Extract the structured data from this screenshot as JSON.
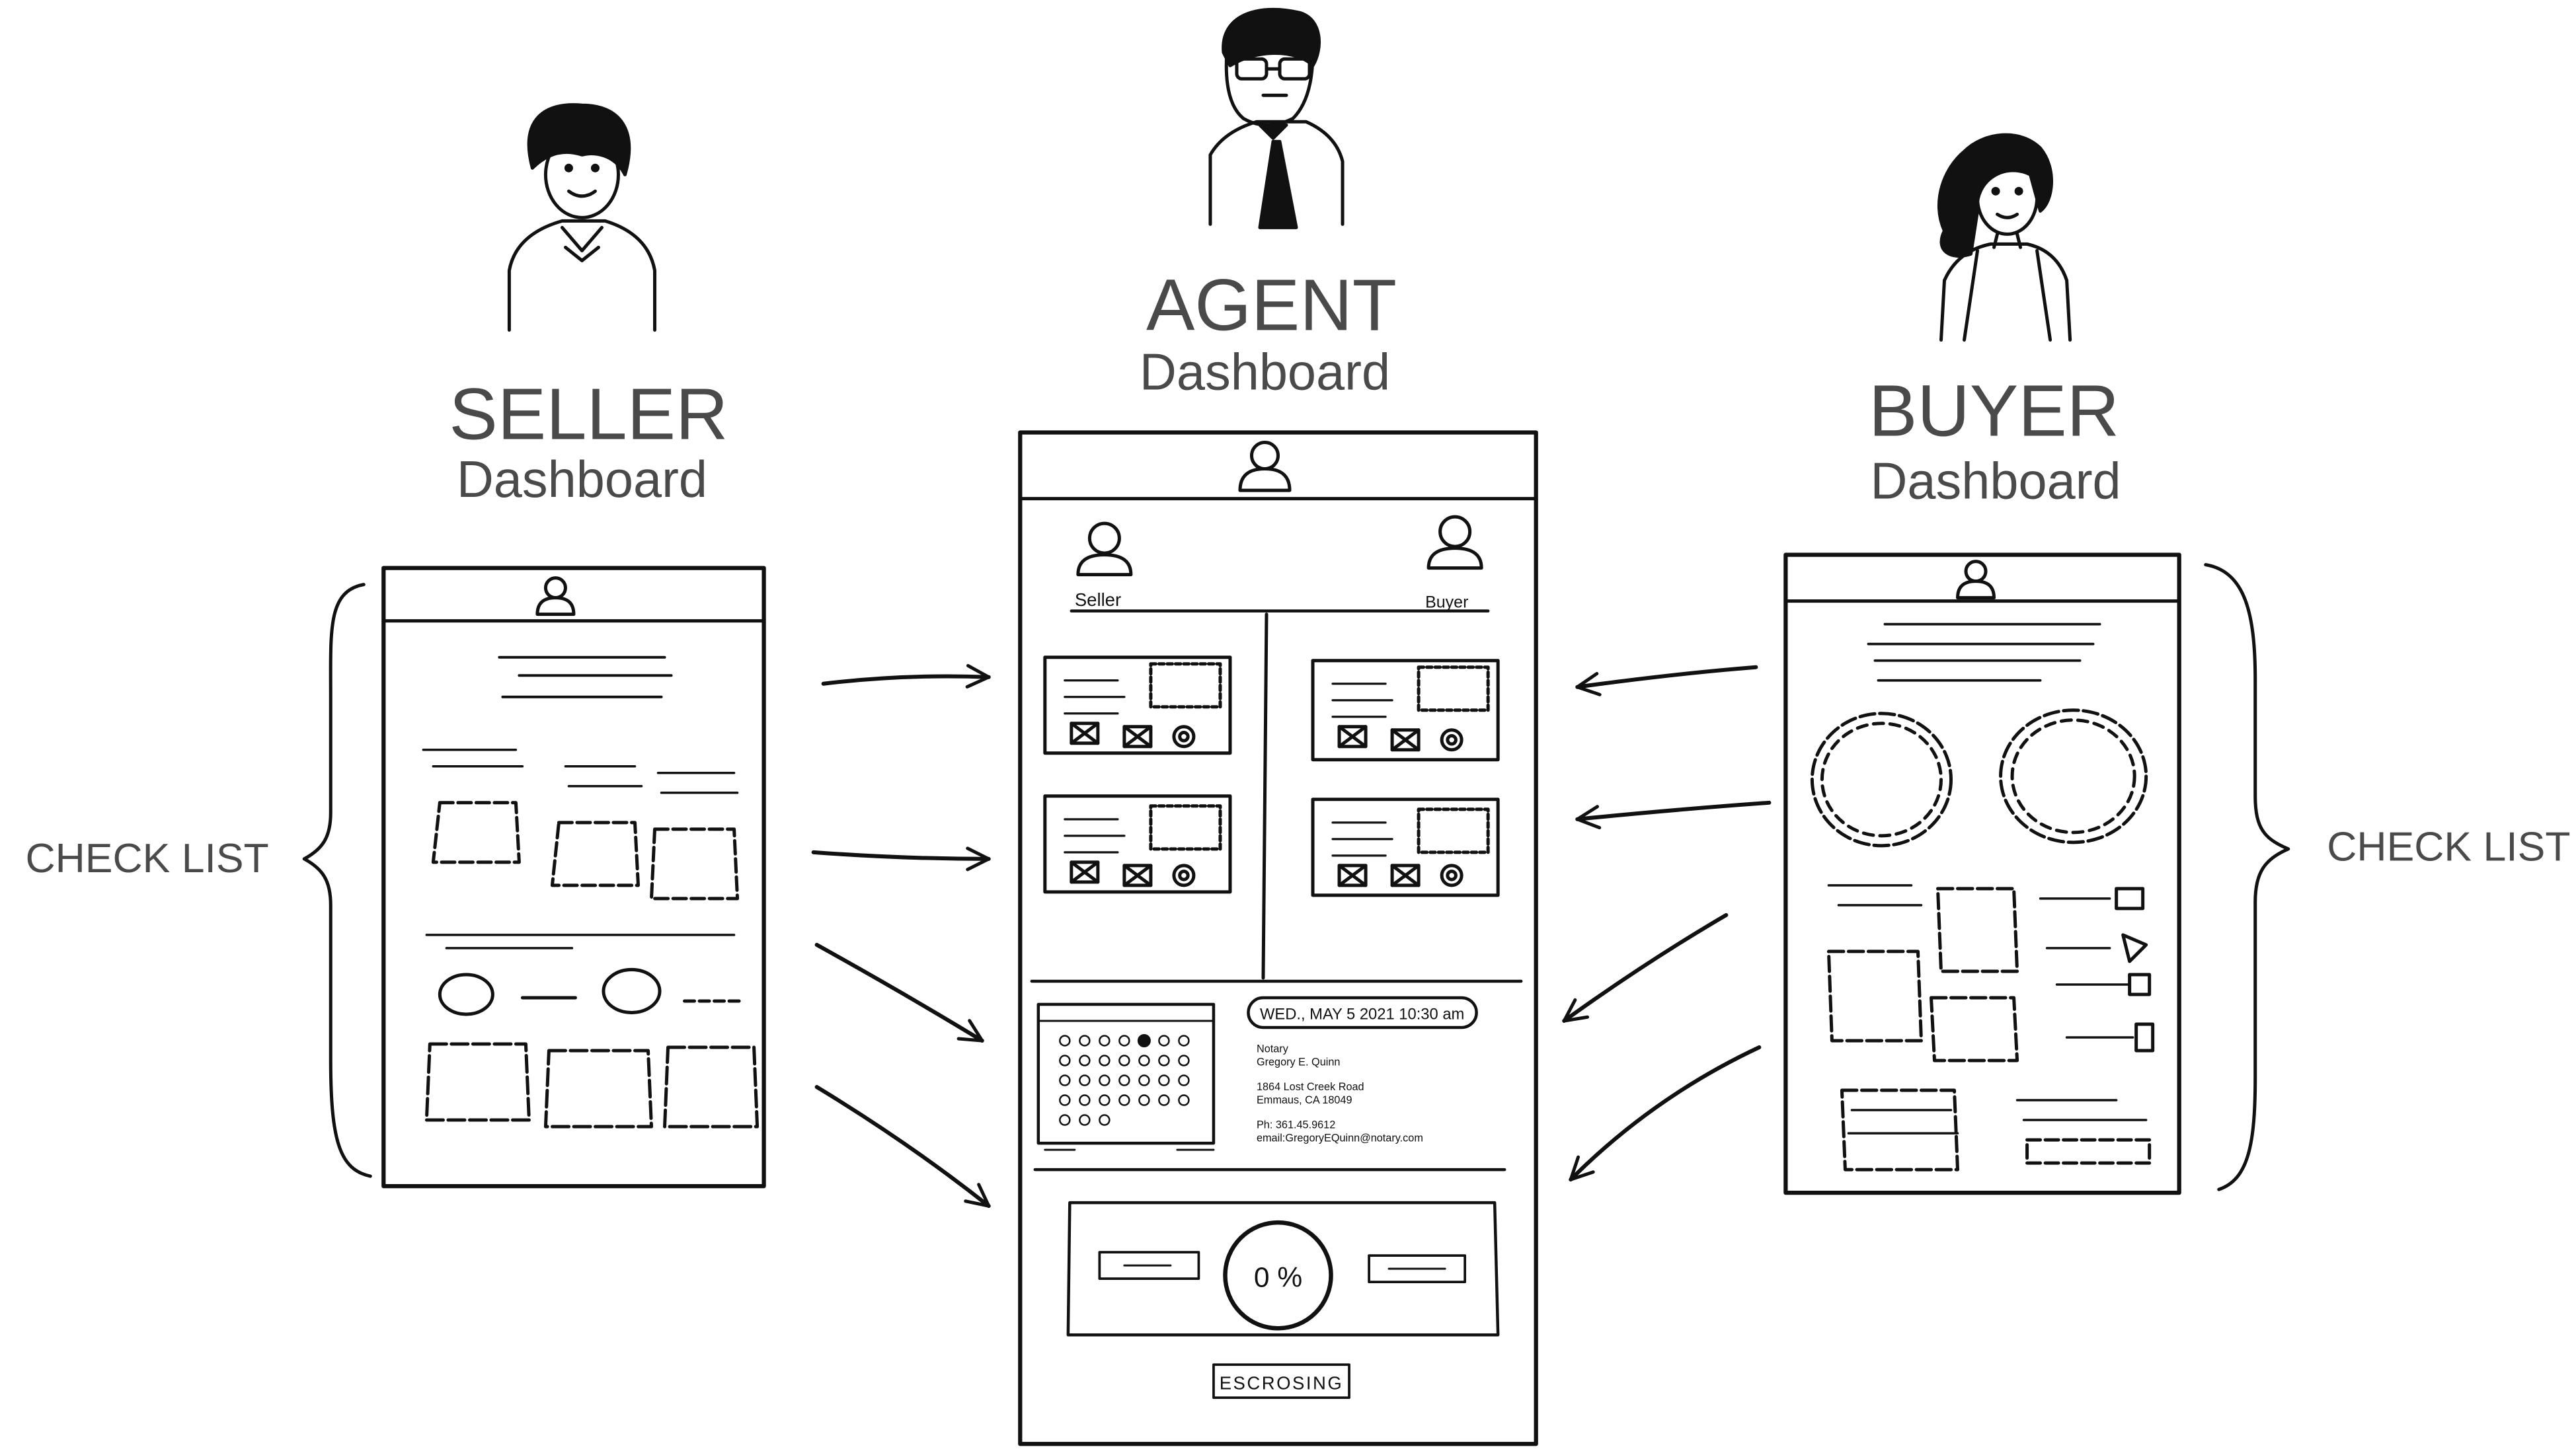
{
  "seller": {
    "title": "SELLER",
    "subtitle": "Dashboard",
    "side_label": "CHECK LIST"
  },
  "agent": {
    "title": "AGENT",
    "subtitle": "Dashboard",
    "seller_label": "Seller",
    "buyer_label": "Buyer",
    "appointment": {
      "date": "WED., MAY 5 2021 10:30 am",
      "role": "Notary",
      "name": "Gregory E. Quinn",
      "address1": "1864 Lost Creek Road",
      "address2": "Emmaus, CA 18049",
      "phone": "Ph: 361.45.9612",
      "email": "email:GregoryEQuinn@notary.com"
    },
    "progress_value": "0 %",
    "escrow_button": "ESCROSING"
  },
  "buyer": {
    "title": "BUYER",
    "subtitle": "Dashboard",
    "side_label": "CHECK LIST"
  },
  "colors": {
    "ink": "#111111",
    "heading": "#4a4a4a",
    "paper": "#ffffff"
  }
}
